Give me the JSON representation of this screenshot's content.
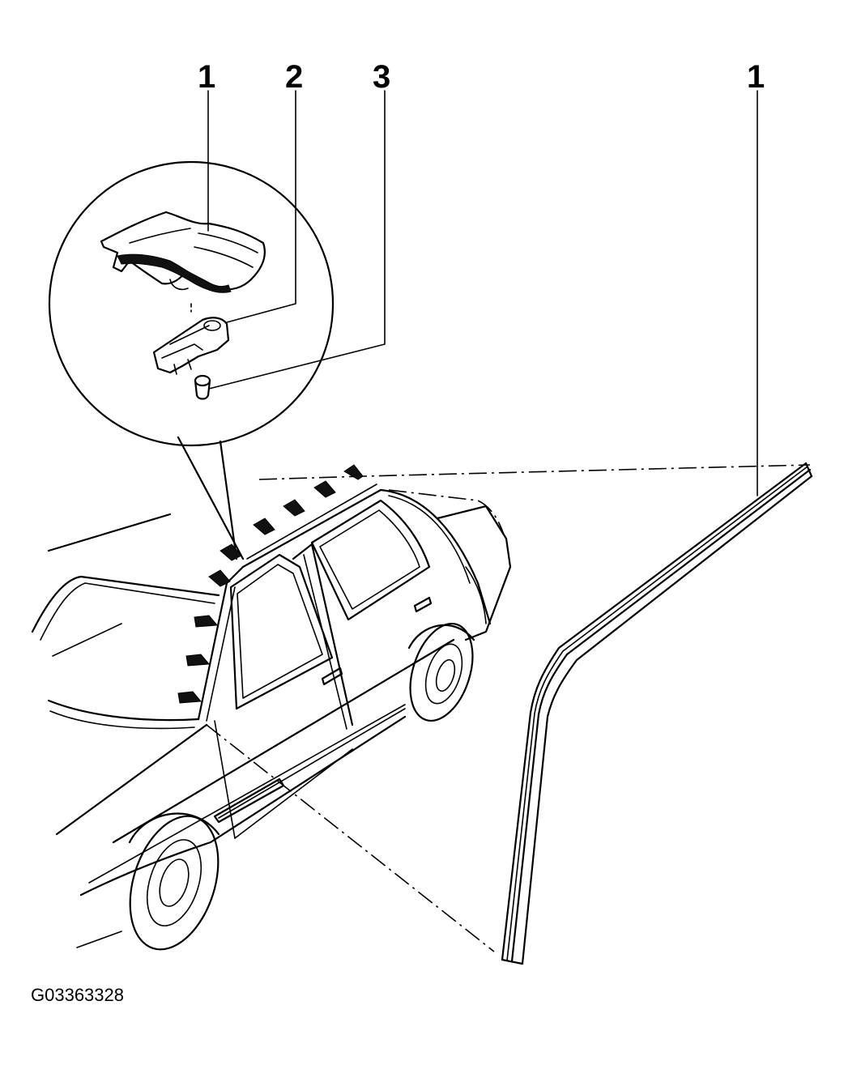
{
  "callouts": [
    {
      "id": "callout-1-left",
      "label": "1"
    },
    {
      "id": "callout-2",
      "label": "2"
    },
    {
      "id": "callout-3",
      "label": "3"
    },
    {
      "id": "callout-1-right",
      "label": "1"
    }
  ],
  "figure_id": "G03363328"
}
